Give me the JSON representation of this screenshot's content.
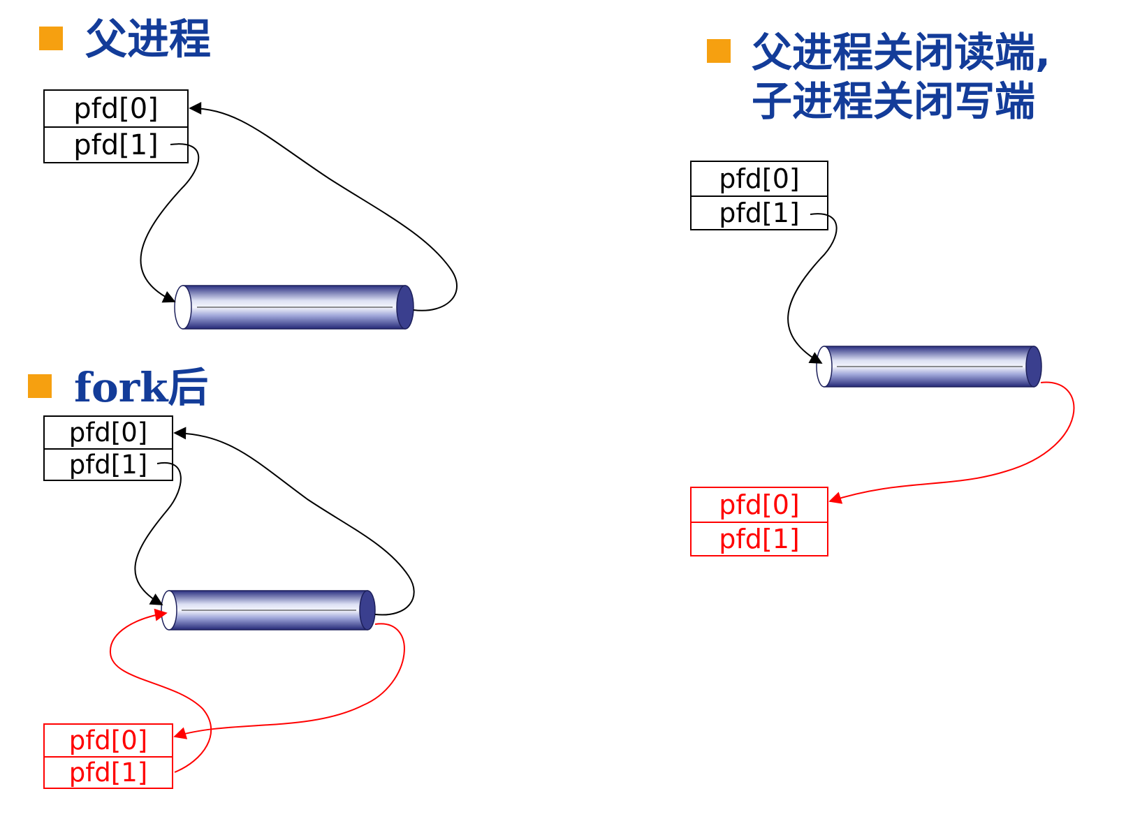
{
  "headers": {
    "parent": "父进程",
    "after_fork": "fork后",
    "final_line1": "父进程关闭读端,",
    "final_line2": "子进程关闭写端"
  },
  "fd_labels": [
    "pfd[0]",
    "pfd[1]"
  ],
  "colors": {
    "header_text": "#133c99",
    "bullet": "#f6a010",
    "parent_arrow": "#000000",
    "child_arrow": "#ff0000",
    "pipe_dark": "#2a2f80",
    "pipe_light": "#e8ebf8"
  }
}
